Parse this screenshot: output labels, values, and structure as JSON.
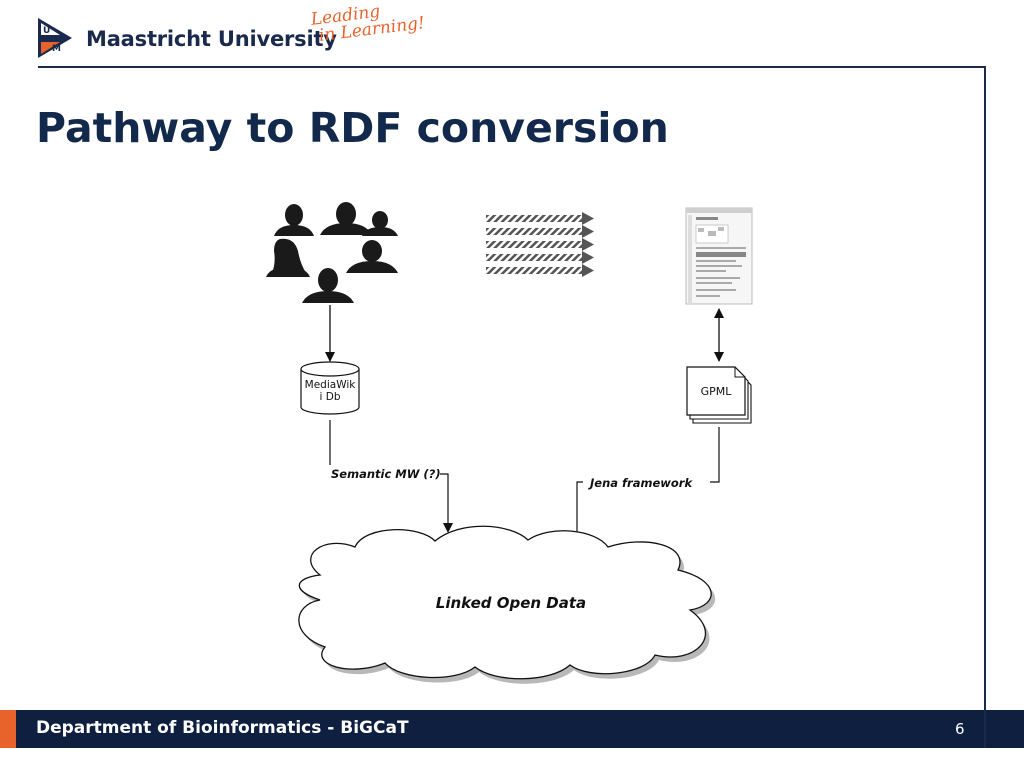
{
  "header": {
    "university": "Maastricht University",
    "tagline_line1": "Leading",
    "tagline_line2": "in Learning!",
    "logo_letters": [
      "U",
      "M"
    ]
  },
  "slide": {
    "title": "Pathway to RDF conversion"
  },
  "diagram": {
    "database_label_line1": "MediaWik",
    "database_label_line2": "i Db",
    "document_label": "GPML",
    "left_edge_label": "Semantic MW (?)",
    "right_edge_label": "Jena framework",
    "cloud_label": "Linked Open Data"
  },
  "footer": {
    "department": "Department of Bioinformatics - BiGCaT",
    "page_number": "6"
  },
  "colors": {
    "navy": "#13294b",
    "orange": "#e8632c",
    "footer_bg": "#0e1f40"
  }
}
